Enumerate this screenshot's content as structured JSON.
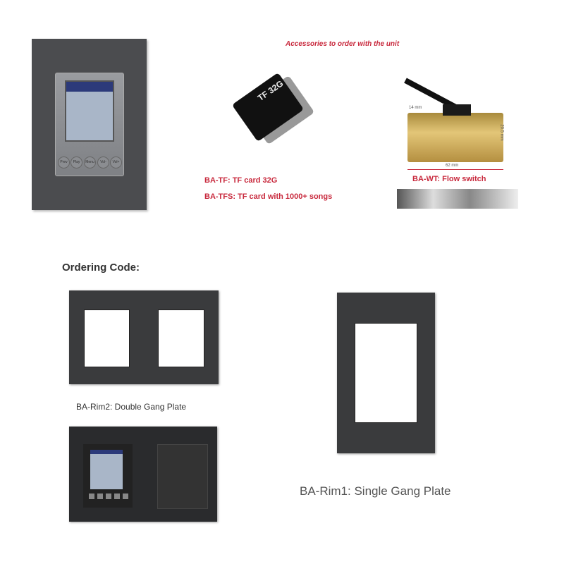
{
  "accessories": {
    "heading": "Accessories to order with the unit",
    "tf_card": {
      "card_label": "TF 32G",
      "line1": "BA-TF: TF card 32G",
      "line2": "BA-TFS: TF card with 1000+ songs"
    },
    "flow_switch": {
      "label": "BA-WT: Flow switch",
      "dim_width": "62 mm",
      "dim_thread": "14 mm",
      "dim_height": "20.5 mm"
    }
  },
  "device": {
    "buttons": [
      "Prev",
      "Play",
      "Menu",
      "Vol-",
      "Vol+"
    ]
  },
  "ordering": {
    "heading": "Ordering Code:",
    "double_plate": "BA-Rim2: Double Gang Plate",
    "single_plate": "BA-Rim1: Single Gang Plate"
  },
  "colors": {
    "accent_red": "#c8283c",
    "plate": "#3a3b3d"
  }
}
